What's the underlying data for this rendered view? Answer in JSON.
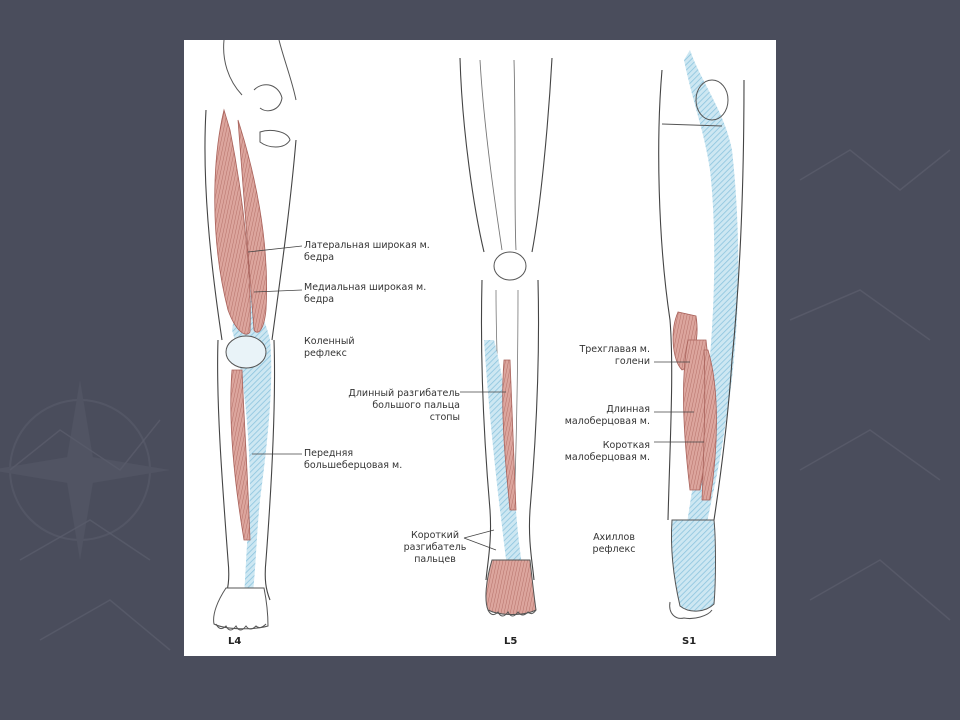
{
  "colors": {
    "background": "#4a4d5c",
    "muscle": "#d9a39b",
    "muscle_stroke": "#b56e66",
    "dermatome": "#9fd0e6"
  },
  "levels": {
    "l4": "L4",
    "l5": "L5",
    "s1": "S1"
  },
  "labels": {
    "vastus_lateralis": "Латеральная широкая м.\nбедра",
    "vastus_medialis": "Медиальная широкая м.\nбедра",
    "knee_reflex": "Коленный\nрефлекс",
    "tibialis_anterior": "Передняя\nбольшеберцовая м.",
    "ext_hallucis_longus": "Длинный разгибатель\nбольшого пальца\nстопы",
    "ext_digitorum_brevis": "Короткий\nразгибатель\nпальцев",
    "triceps_surae": "Трехглавая м.\nголени",
    "peroneus_longus": "Длинная\nмалоберцовая м.",
    "peroneus_brevis": "Короткая\nмалоберцовая м.",
    "achilles_reflex": "Ахиллов\nрефлекс"
  }
}
